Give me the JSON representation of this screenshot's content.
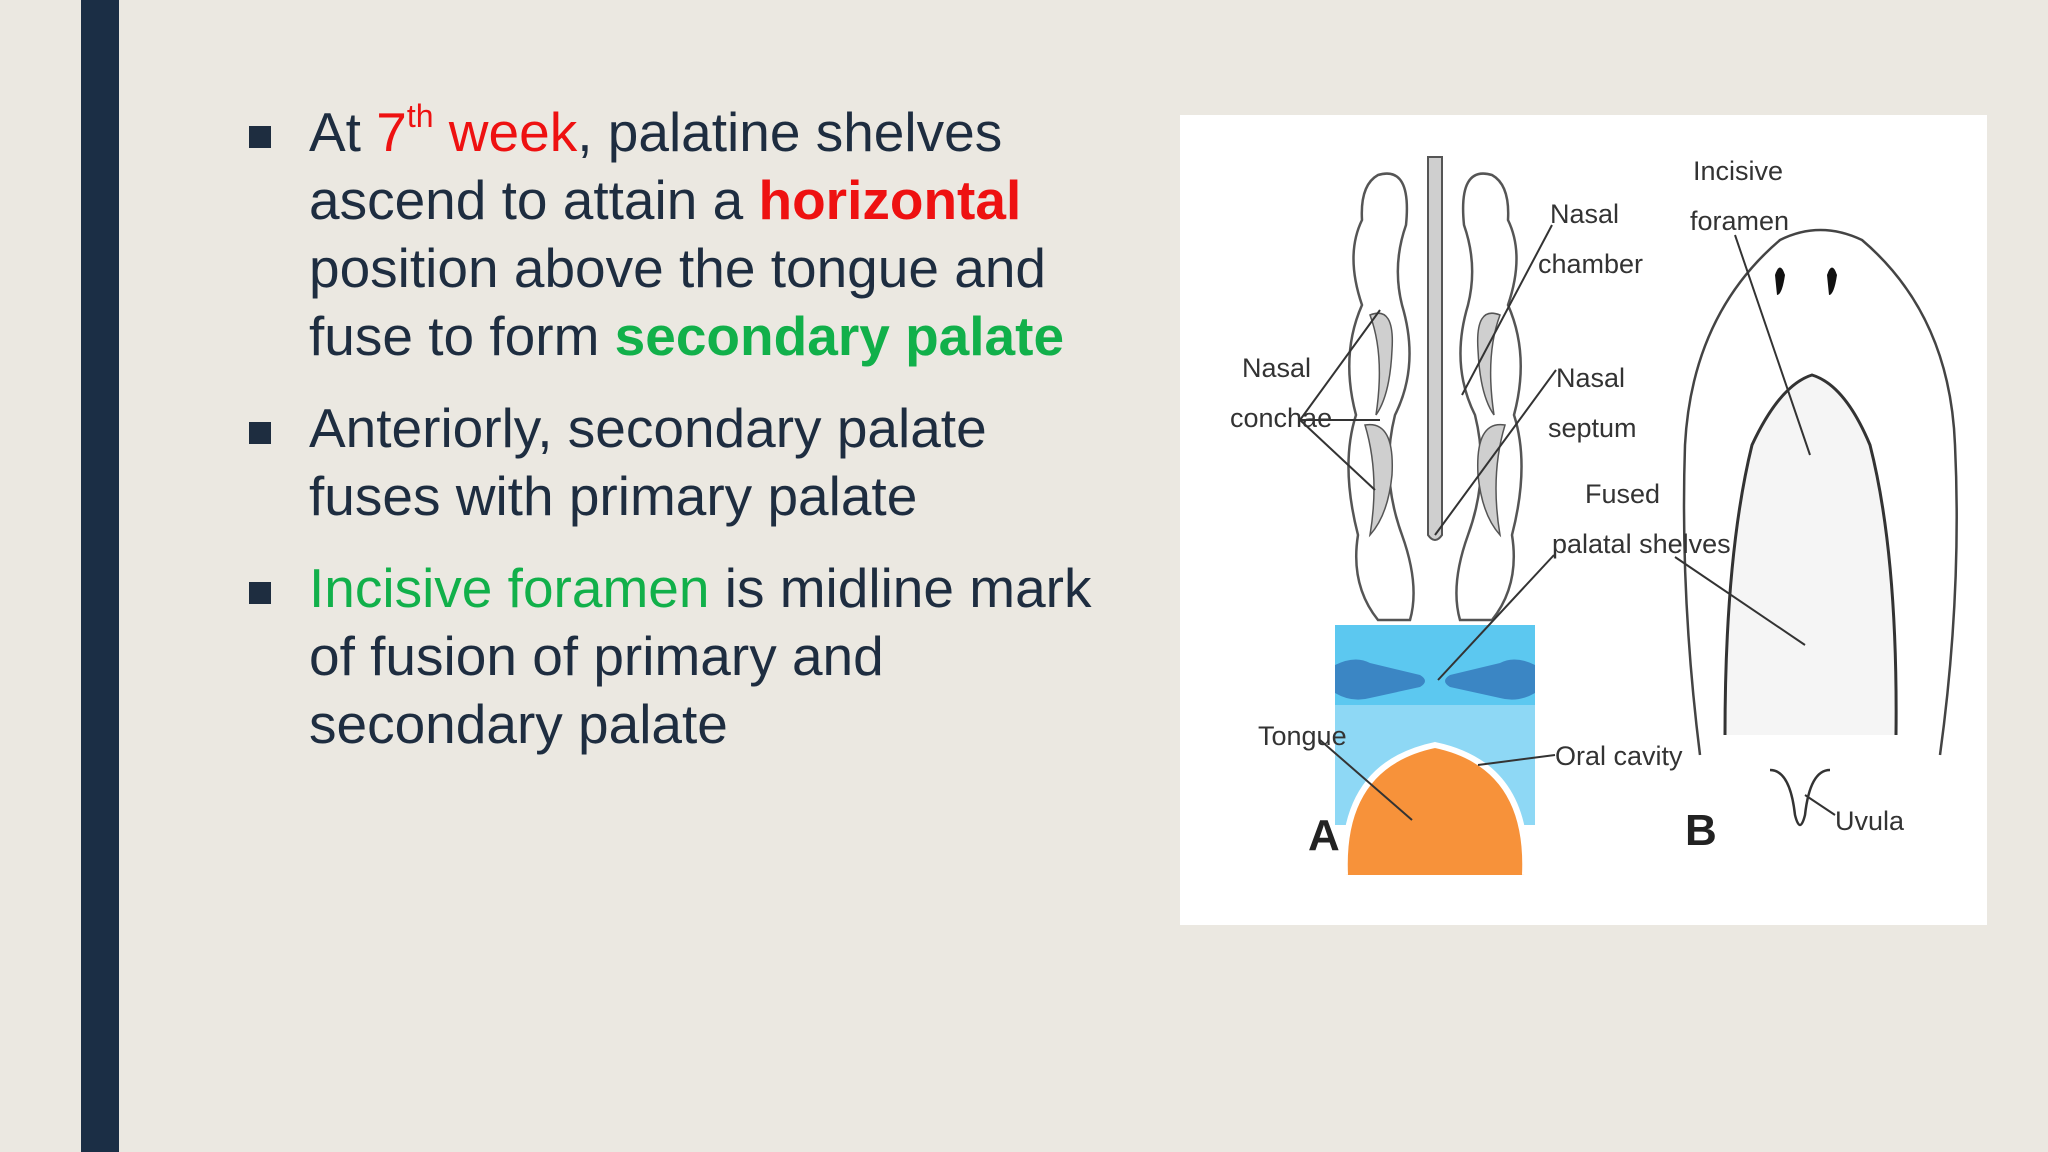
{
  "bullets": [
    {
      "parts": [
        {
          "text": "At ",
          "style": "normal"
        },
        {
          "text": "7",
          "style": "red"
        },
        {
          "text": "th",
          "style": "red-sup"
        },
        {
          "text": " week",
          "style": "red"
        },
        {
          "text": ", palatine shelves ascend to attain a ",
          "style": "normal"
        },
        {
          "text": "horizontal",
          "style": "red-bold"
        },
        {
          "text": " position above the tongue and fuse to form ",
          "style": "normal"
        },
        {
          "text": "secondary palate",
          "style": "green-bold"
        }
      ]
    },
    {
      "parts": [
        {
          "text": "Anteriorly, secondary palate fuses with primary palate",
          "style": "normal"
        }
      ]
    },
    {
      "parts": [
        {
          "text": " Incisive foramen",
          "style": "green"
        },
        {
          "text": " is midline mark of fusion of primary and secondary palate",
          "style": "normal"
        }
      ]
    }
  ],
  "figure": {
    "labels": {
      "nasal_chamber_1": "Nasal",
      "nasal_chamber_2": "chamber",
      "nasal_conchae_1": "Nasal",
      "nasal_conchae_2": "conchae",
      "nasal_septum_1": "Nasal",
      "nasal_septum_2": "septum",
      "fused_1": "Fused",
      "fused_2": "palatal shelves",
      "tongue": "Tongue",
      "oral_cavity": "Oral cavity",
      "incisive_1": "Incisive",
      "incisive_2": "foramen",
      "uvula": "Uvula",
      "panel_a": "A",
      "panel_b": "B"
    }
  },
  "colors": {
    "text": "#1e2d40",
    "accent_red": "#ee1111",
    "accent_green": "#11b04a",
    "side_bar": "#1b2e45",
    "background": "#ebe8e1",
    "tongue": "#f7923a",
    "oral_cavity": "#5cc8f0"
  }
}
